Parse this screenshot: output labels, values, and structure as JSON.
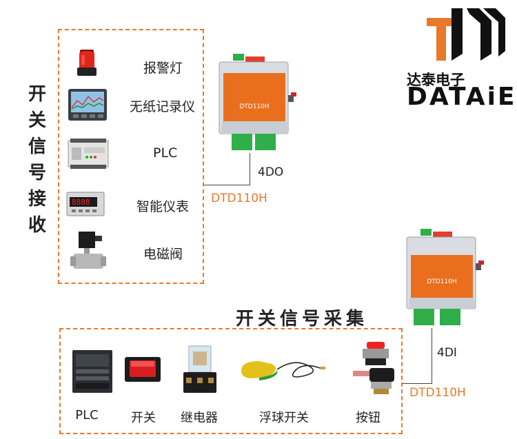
{
  "receive_title": [
    "开",
    "关",
    "信",
    "号",
    "接",
    "收"
  ],
  "receive_items": [
    "报警灯",
    "无纸记录仪",
    "PLC",
    "智能仪表",
    "电磁阀"
  ],
  "collect_title": "开关信号采集",
  "collect_items": [
    "PLC",
    "开关",
    "继电器",
    "浮球开关",
    "按钮"
  ],
  "device_top": {
    "model_label": "DTD110H",
    "io_label": "4DO",
    "screen_text": "DTD110H"
  },
  "device_bottom": {
    "model_label": "DTD110H",
    "io_label": "4DI",
    "screen_text": "DTD110H"
  },
  "brand": {
    "cn": "达泰电子",
    "en": "DATAiE"
  },
  "colors": {
    "accent": "#e8782a",
    "device_body": "#d9dde3",
    "device_panel": "#e96f1f",
    "terminal": "#2fae4a"
  }
}
